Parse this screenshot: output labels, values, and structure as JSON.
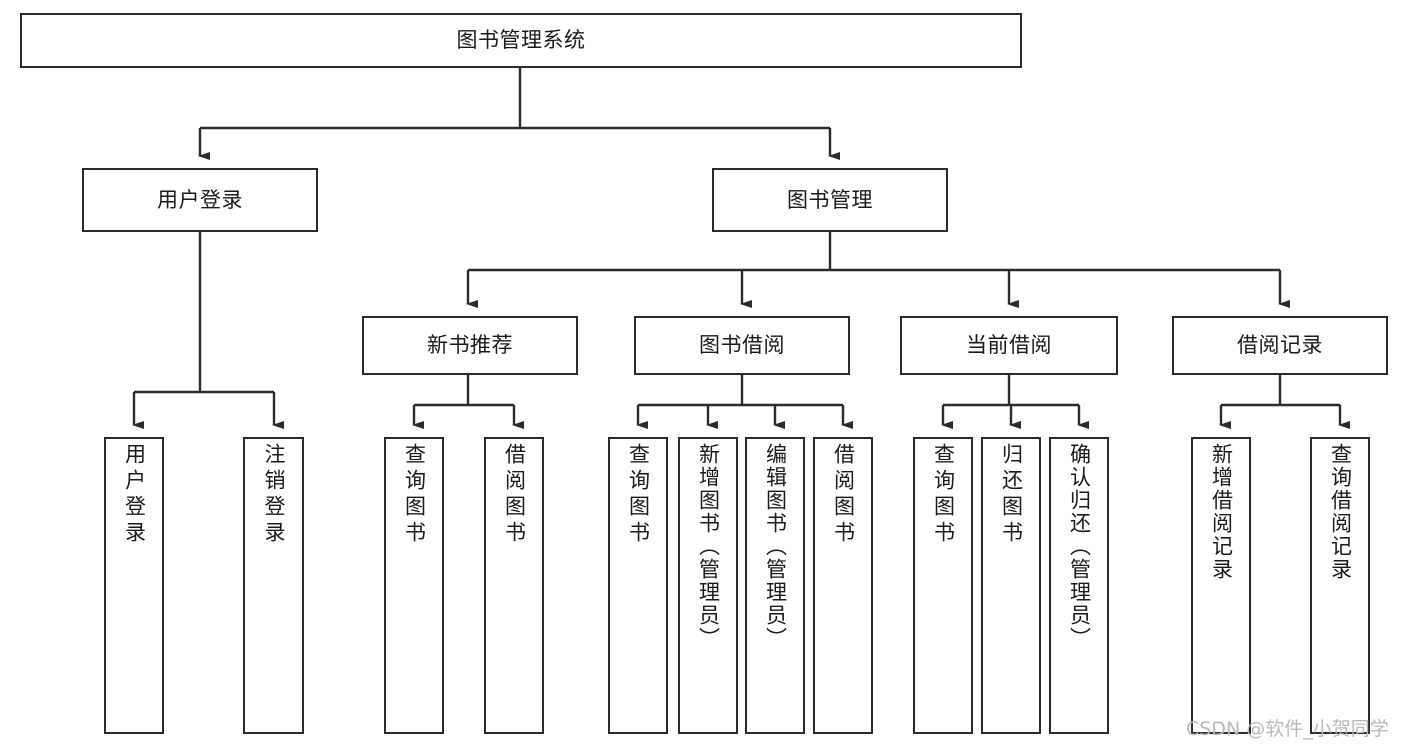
{
  "diagram": {
    "title": "图书管理系统",
    "type": "tree",
    "colors": {
      "node_border": "#2b2b2b",
      "node_fill": "#ffffff",
      "edge": "#2b2b2b",
      "text": "#1a1a1a",
      "watermark": "#b9b9b9",
      "background": "#ffffff"
    },
    "root": {
      "id": "root",
      "label": "图书管理系统"
    },
    "level2": [
      {
        "id": "user-login",
        "label": "用户登录"
      },
      {
        "id": "book-manage",
        "label": "图书管理"
      }
    ],
    "level3": [
      {
        "id": "new-book-recommend",
        "label": "新书推荐"
      },
      {
        "id": "book-borrow",
        "label": "图书借阅"
      },
      {
        "id": "current-borrow",
        "label": "当前借阅"
      },
      {
        "id": "borrow-record",
        "label": "借阅记录"
      }
    ],
    "leaves": {
      "user_login": [
        {
          "id": "leaf-user-login",
          "label": "用户登录"
        },
        {
          "id": "leaf-logout-login",
          "label": "注销登录"
        }
      ],
      "new_book_recommend": [
        {
          "id": "leaf-query-book-1",
          "label": "查询图书"
        },
        {
          "id": "leaf-borrow-book-1",
          "label": "借阅图书"
        }
      ],
      "book_borrow": [
        {
          "id": "leaf-query-book-2",
          "label": "查询图书"
        },
        {
          "id": "leaf-add-book",
          "label": "新增图书（管理员）"
        },
        {
          "id": "leaf-edit-book",
          "label": "编辑图书（管理员）"
        },
        {
          "id": "leaf-borrow-book-2",
          "label": "借阅图书"
        }
      ],
      "current_borrow": [
        {
          "id": "leaf-query-book-3",
          "label": "查询图书"
        },
        {
          "id": "leaf-return-book",
          "label": "归还图书"
        },
        {
          "id": "leaf-confirm-return",
          "label": "确认归还（管理员）"
        }
      ],
      "borrow_record": [
        {
          "id": "leaf-add-record",
          "label": "新增借阅记录"
        },
        {
          "id": "leaf-query-record",
          "label": "查询借阅记录"
        }
      ]
    }
  },
  "watermark": {
    "text": "CSDN @软件_小贺同学"
  }
}
